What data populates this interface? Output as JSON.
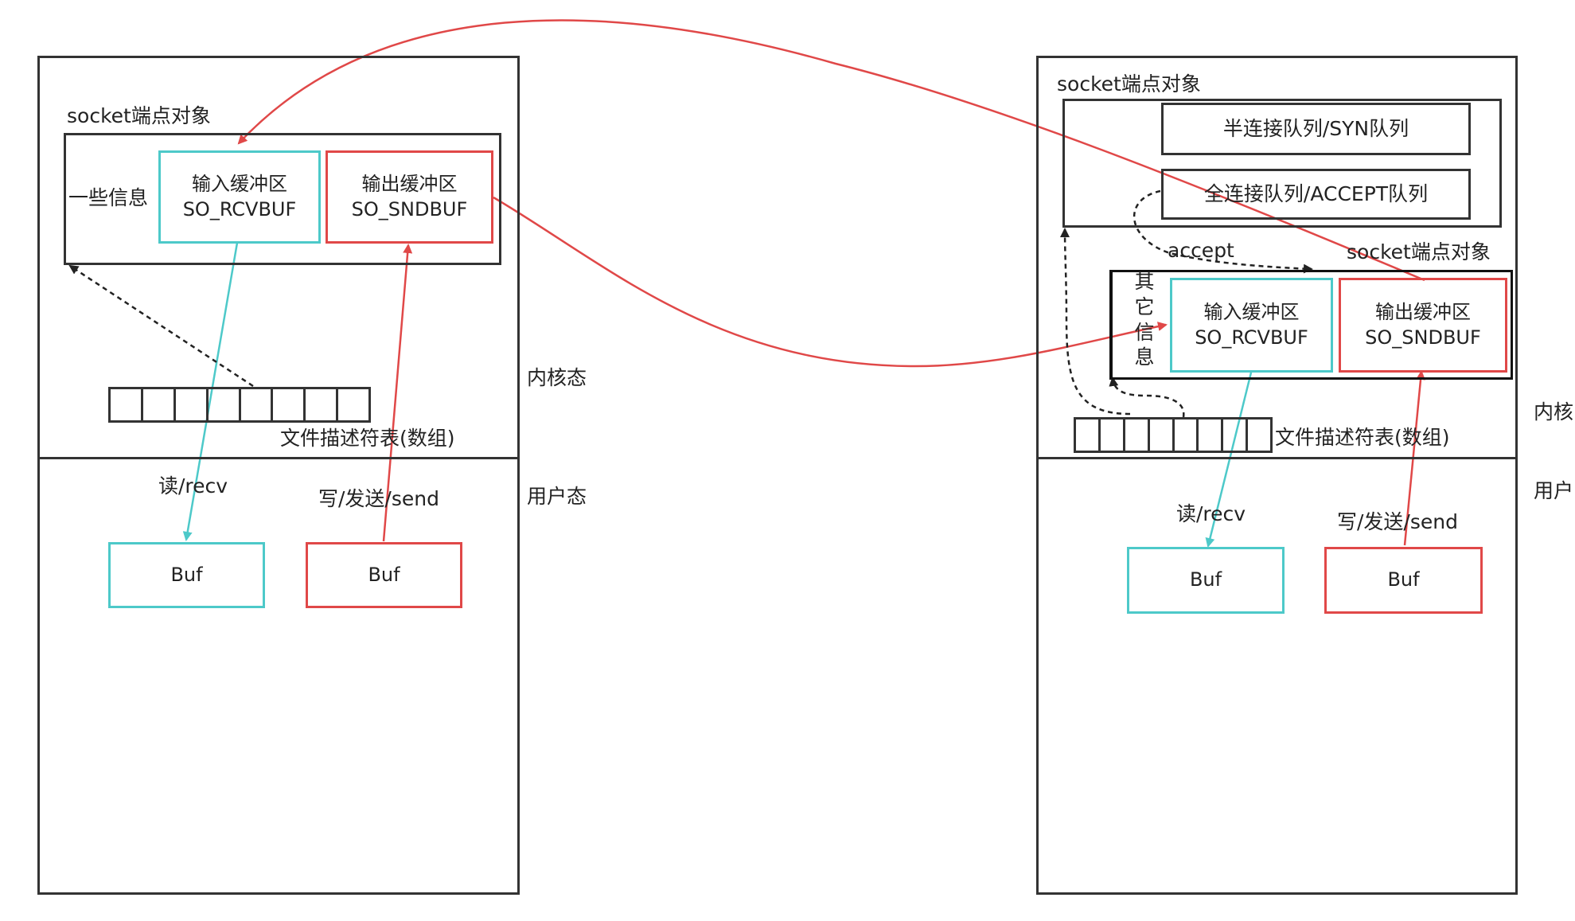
{
  "left": {
    "socket_title": "socket端点对象",
    "info_label": "一些信息",
    "recv_buf": {
      "line1": "输入缓冲区",
      "line2": "SO_RCVBUF"
    },
    "send_buf": {
      "line1": "输出缓冲区",
      "line2": "SO_SNDBUF"
    },
    "kernel_label": "内核态",
    "user_label": "用户态",
    "fd_table_label": "文件描述符表(数组)",
    "read_label": "读/recv",
    "write_label": "写/发送/send",
    "user_buf_read": "Buf",
    "user_buf_write": "Buf"
  },
  "right": {
    "socket_title": "socket端点对象",
    "half_queue": "半连接队列/SYN队列",
    "full_queue": "全连接队列/ACCEPT队列",
    "accept_label": "accept",
    "conn_socket_title": "socket端点对象",
    "other_info": "其\n它\n信\n息",
    "recv_buf": {
      "line1": "输入缓冲区",
      "line2": "SO_RCVBUF"
    },
    "send_buf": {
      "line1": "输出缓冲区",
      "line2": "SO_SNDBUF"
    },
    "fd_table_label": "文件描述符表(数组)",
    "kernel_label": "内核",
    "user_label": "用户",
    "read_label": "读/recv",
    "write_label": "写/发送/send",
    "user_buf_read": "Buf",
    "user_buf_write": "Buf"
  },
  "colors": {
    "cyan": "#4dc9c9",
    "red": "#e04848",
    "dark": "#222222"
  }
}
